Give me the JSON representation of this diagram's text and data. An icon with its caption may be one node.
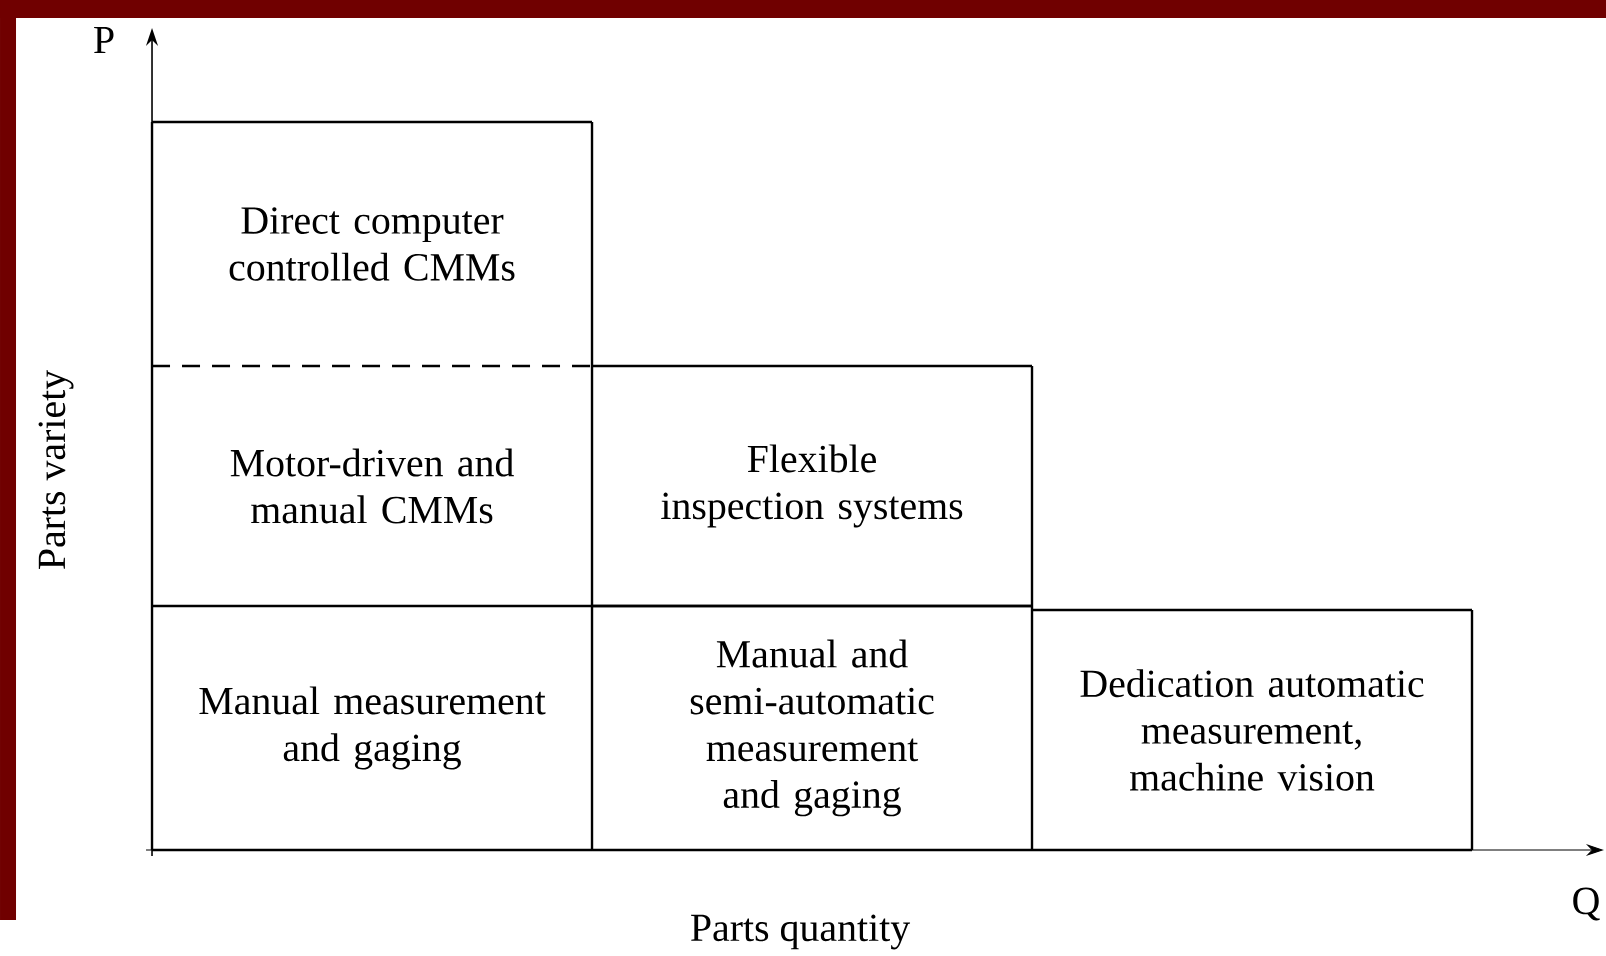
{
  "diagram": {
    "nodes": [
      {
        "text": [
          "Direct computer controlled CMMs"
        ]
      },
      {
        "text": [
          "Motor-driven and manual CMMs"
        ]
      },
      {
        "text": [
          "Flexible inspection systems"
        ]
      },
      {
        "text": [
          "Manual measurement and gaging"
        ]
      },
      {
        "text": [
          "Manual and semi-automatic measurement and gaging"
        ]
      },
      {
        "text": [
          "Dedication automatic measurement, machine vision"
        ]
      }
    ],
    "labels": [
      "P",
      "Parts variety",
      "Q",
      "Parts quantity"
    ]
  }
}
